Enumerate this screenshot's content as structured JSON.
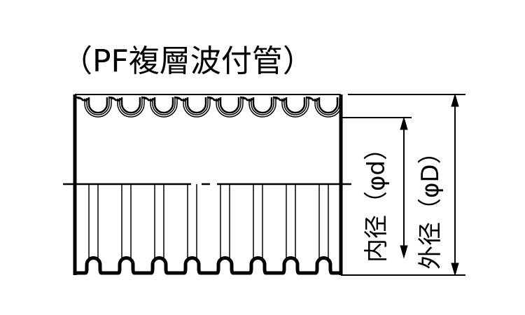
{
  "title": "（PF複層波付管）",
  "labels": {
    "inner_diameter": "内径（φd）",
    "outer_diameter": "外径（φD）"
  },
  "corrugation_count": 8
}
